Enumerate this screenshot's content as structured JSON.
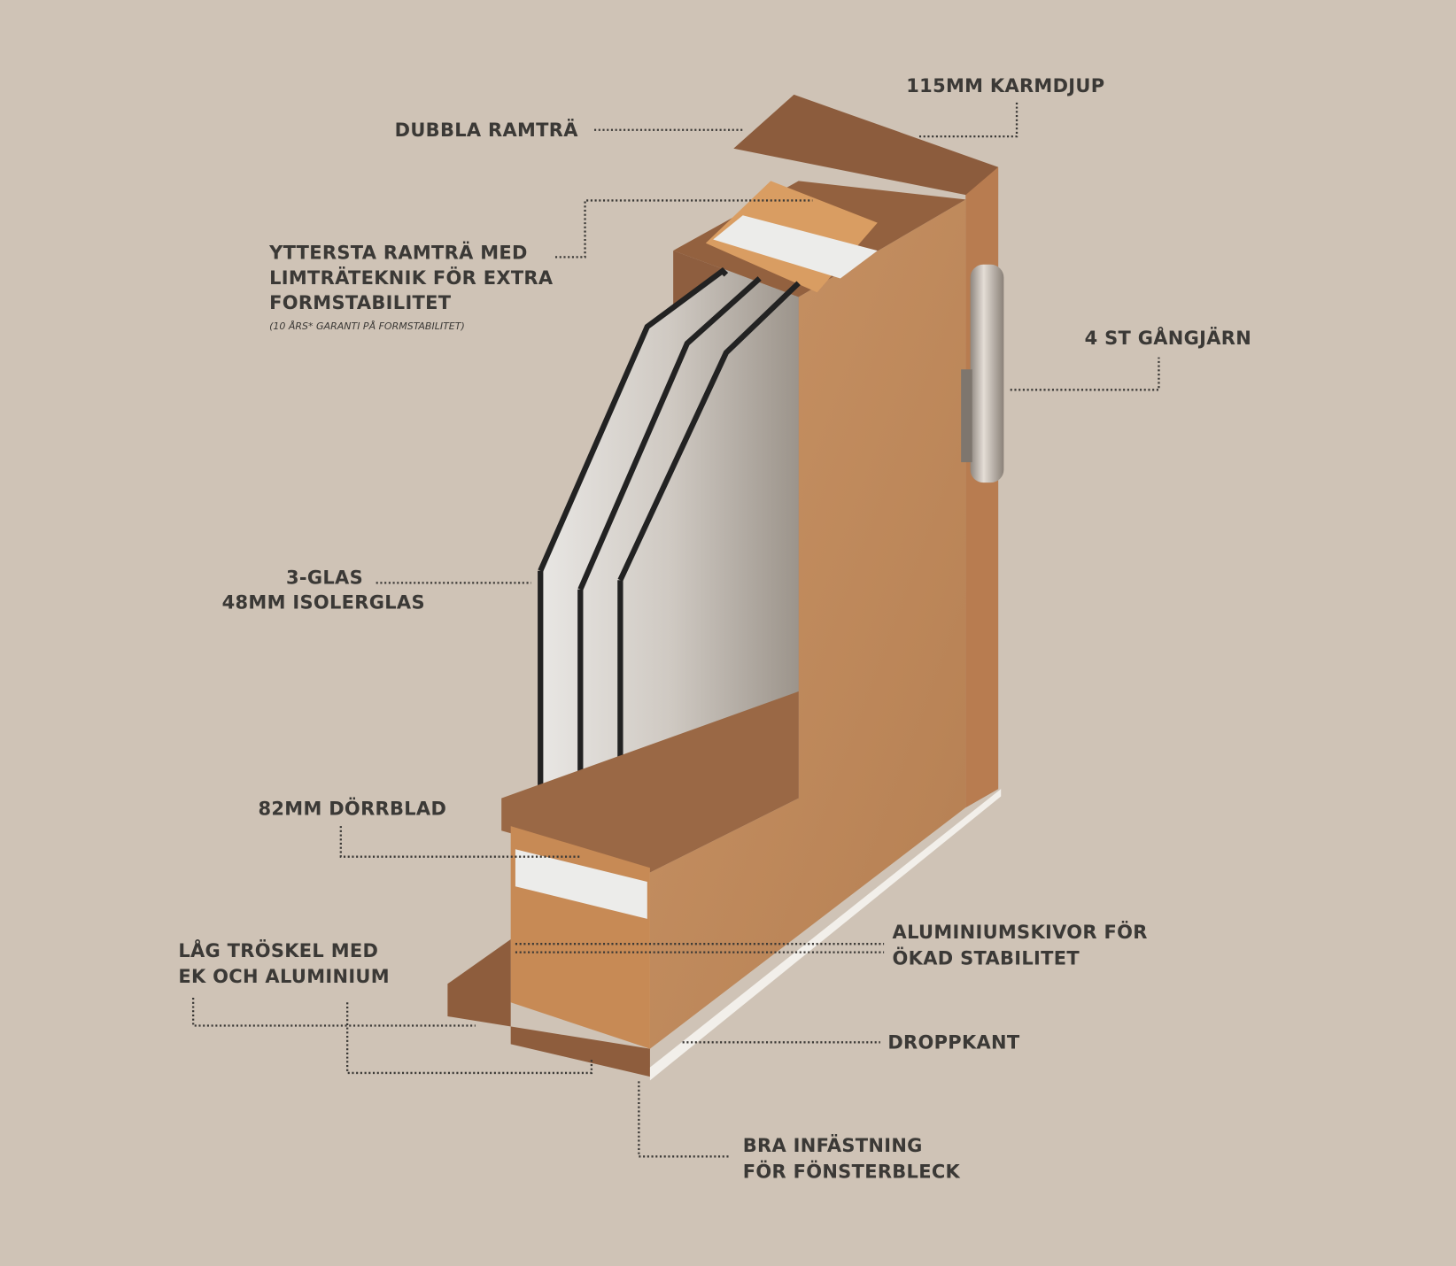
{
  "colors": {
    "background": "#cfc3b6",
    "text": "#3b3936",
    "wood": "#c08a5c",
    "wood_dark": "#8a5a3a"
  },
  "labels": {
    "karmdjup": "115MM KARMDJUP",
    "dubbla_ramtra": "DUBBLA RAMTRÄ",
    "yttersta": [
      "YTTERSTA RAMTRÄ MED",
      "LIMTRÄTEKNIK FÖR EXTRA",
      "FORMSTABILITET"
    ],
    "garanti": "(10 ÅRS* GARANTI PÅ FORMSTABILITET)",
    "gangjarn": "4 ST GÅNGJÄRN",
    "glas": [
      "3-GLAS",
      "48MM ISOLERGLAS"
    ],
    "dorrblad": "82MM DÖRRBLAD",
    "aluminium": [
      "ALUMINIUMSKIVOR FÖR",
      "ÖKAD STABILITET"
    ],
    "troskel": [
      "LÅG TRÖSKEL MED",
      "EK OCH ALUMINIUM"
    ],
    "droppkant": "DROPPKANT",
    "infastning": [
      "BRA INFÄSTNING",
      "FÖR FÖNSTERBLECK"
    ]
  }
}
